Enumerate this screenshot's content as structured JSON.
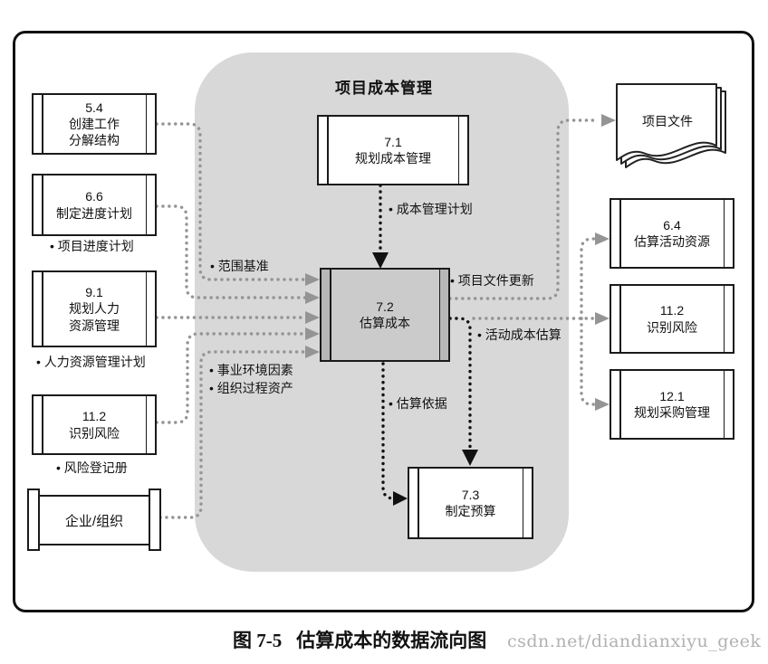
{
  "figure": {
    "panel_title": "项目成本管理",
    "caption": {
      "figure_no": "图 7-5",
      "title": "估算成本的数据流向图"
    },
    "watermark": "csdn.net/diandianxiyu_geek"
  },
  "nodes": {
    "wbs": {
      "number": "5.4",
      "name": "创建工作\n分解结构"
    },
    "schedule": {
      "number": "6.6",
      "name": "制定进度计划",
      "output": "•  项目进度计划"
    },
    "hr": {
      "number": "9.1",
      "name": "规划人力\n资源管理",
      "output": "•  人力资源管理计划"
    },
    "risk_left": {
      "number": "11.2",
      "name": "识别风险",
      "output": "•  风险登记册"
    },
    "enterprise": {
      "name": "企业/组织"
    },
    "plan_cost_mgmt": {
      "number": "7.1",
      "name": "规划成本管理"
    },
    "estimate_costs": {
      "number": "7.2",
      "name": "估算成本"
    },
    "determine_budget": {
      "number": "7.3",
      "name": "制定预算"
    },
    "project_documents": {
      "name": "项目文件"
    },
    "estimate_activity_resources": {
      "number": "6.4",
      "name": "估算活动资源"
    },
    "identify_risks_right": {
      "number": "11.2",
      "name": "识别风险"
    },
    "plan_procurement": {
      "number": "12.1",
      "name": "规划采购管理"
    }
  },
  "flow_labels": {
    "scope_baseline": "•  范围基准",
    "cost_management_plan": "•  成本管理计划",
    "project_document_updates": "•  项目文件更新",
    "activity_cost_estimates": "•  活动成本估算",
    "basis_of_estimates": "•  估算依据",
    "enterprise_environmental_factors": "•  事业环境因素",
    "organizational_process_assets": "•  组织过程资产"
  },
  "colors": {
    "panel_gray": "#d8d8d8",
    "center_box_fill": "#cbcbcb",
    "center_box_strip": "#b7b7b7",
    "connector_gray": "#949494",
    "connector_black": "#111111",
    "ink": "#1a1a1a",
    "watermark_gray": "#b1b1b1"
  }
}
